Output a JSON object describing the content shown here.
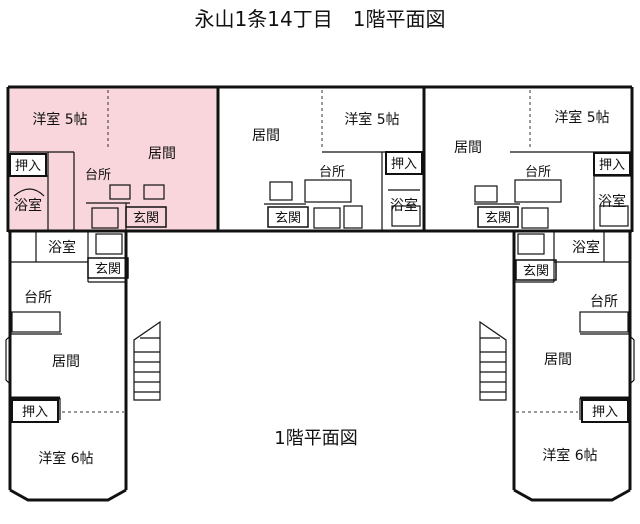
{
  "title": "永山1条14丁目　1階平面図",
  "center_label": "1階平面図",
  "colors": {
    "highlight": "#f8d6dc",
    "wall": "#111111"
  },
  "rooms": {
    "western_5": "洋室 5帖",
    "living": "居間",
    "kitchen": "台所",
    "closet": "押入",
    "bath": "浴室",
    "entrance": "玄関",
    "western_6": "洋室 6帖"
  }
}
